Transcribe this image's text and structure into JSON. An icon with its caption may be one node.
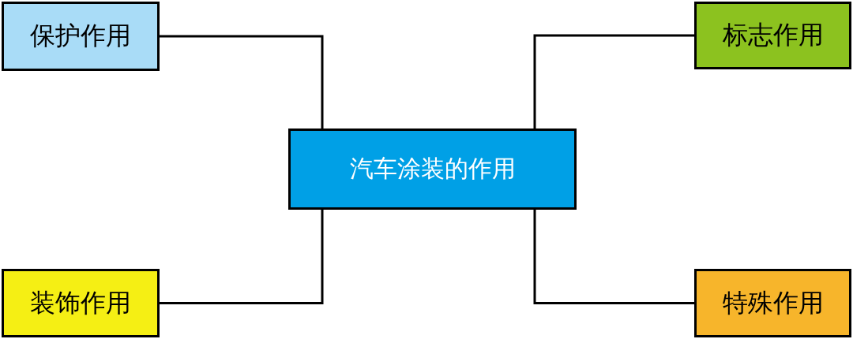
{
  "diagram": {
    "nodes": [
      {
        "text": [
          "保护作用"
        ]
      },
      {
        "text": [
          "标志作用"
        ]
      },
      {
        "text": [
          "汽车涂装的作用"
        ]
      },
      {
        "text": [
          "装饰作用"
        ]
      },
      {
        "text": [
          "特殊作用"
        ]
      }
    ],
    "edges": [
      {
        "from": 2,
        "to": 0,
        "arrow": "none"
      },
      {
        "from": 2,
        "to": 1,
        "arrow": "none"
      },
      {
        "from": 2,
        "to": 3,
        "arrow": "none"
      },
      {
        "from": 2,
        "to": 4,
        "arrow": "none"
      }
    ]
  }
}
